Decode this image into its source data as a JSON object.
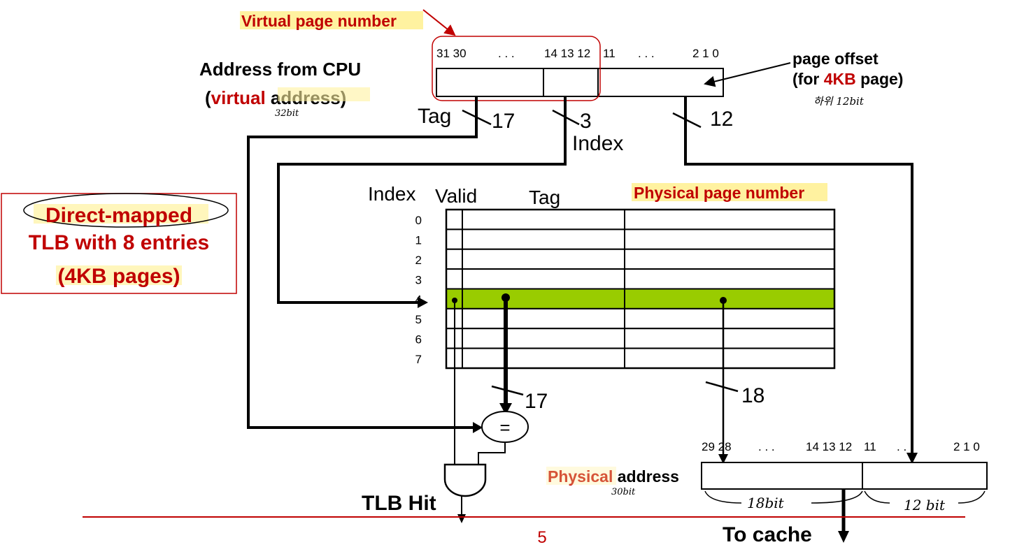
{
  "colors": {
    "accent_red": "#c00000",
    "highlight_yellow": "#fff2a0",
    "selected_row_green": "#99cc00",
    "line_black": "#000000",
    "divider_red": "#c00000"
  },
  "vpn_label": "Virtual page number",
  "cpu": {
    "title": "Address from CPU",
    "open_paren": "(",
    "virtual_word": "virtual",
    "address_word": " address)",
    "note_32bit": "32bit"
  },
  "va_bits": {
    "b31_30": "31 30",
    "dots1": ". . .",
    "b14_12": "14 13 12",
    "b11": "11",
    "dots2": ". . .",
    "b2_0": "2 1 0"
  },
  "page_offset": {
    "line1": "page offset",
    "for": "(for ",
    "kb": "4KB",
    "page": " page)",
    "korean": "하위 12bit"
  },
  "fields": {
    "tag": "Tag",
    "tag_width": "17",
    "index_width": "3",
    "index": "Index",
    "offset_width": "12"
  },
  "callout": {
    "line1": "Direct-mapped",
    "line2_a": "TLB with ",
    "line2_b": "8",
    "line2_c": " entries",
    "line3_a": "(",
    "line3_b": "4KB pages",
    "line3_c": ")"
  },
  "tlb_table": {
    "headers": {
      "index": "Index",
      "valid": "Valid",
      "tag": "Tag",
      "ppn": "Physical page number"
    },
    "rows": [
      "0",
      "1",
      "2",
      "3",
      "4",
      "5",
      "6",
      "7"
    ],
    "selected_row": 4
  },
  "compare": {
    "tag_width": "17",
    "ppn_width": "18",
    "eq": "="
  },
  "pa_bits": {
    "b29_28": "29  28",
    "dots1": ". . .",
    "b14_12": "14 13 12",
    "b11": "11",
    "dots2": ". . .",
    "b2_0": "2  1  0"
  },
  "physical_address": {
    "physical_word": "Physical",
    "address_word": " address",
    "note_30bit": "30bit",
    "brace_18": "18bit",
    "brace_12": "12 bit"
  },
  "outputs": {
    "tlb_hit": "TLB Hit",
    "to_cache": "To cache"
  },
  "page_number": "5"
}
